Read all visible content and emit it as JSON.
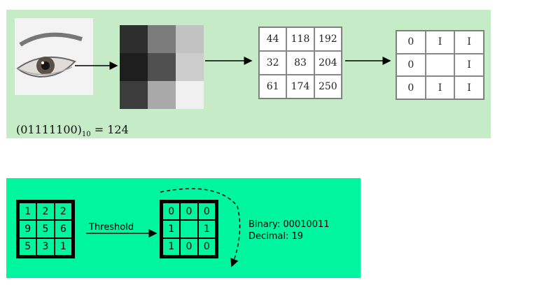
{
  "top": {
    "gray_shades": [
      "#2e2e2e",
      "#7c7c7c",
      "#c2c2c2",
      "#1e1e1e",
      "#505050",
      "#cdcdcd",
      "#3c3c3c",
      "#a9a9a9",
      "#f0f0f0"
    ],
    "intensity_grid": [
      "44",
      "118",
      "192",
      "32",
      "83",
      "204",
      "61",
      "174",
      "250"
    ],
    "binary_grid": [
      "0",
      "I",
      "I",
      "0",
      "",
      "I",
      "0",
      "I",
      "I"
    ],
    "formula": {
      "base": "(01111100)",
      "subscript": "10",
      "result": " = 124"
    }
  },
  "bottom": {
    "input_grid": [
      "1",
      "2",
      "2",
      "9",
      "5",
      "6",
      "5",
      "3",
      "1"
    ],
    "threshold_label": "Threshold",
    "output_grid": [
      "0",
      "0",
      "0",
      "1",
      "",
      "1",
      "1",
      "0",
      "0"
    ],
    "binary_text": "Binary: 00010011",
    "decimal_text": "Decimal: 19"
  },
  "colors": {
    "top_panel": "#c5ebc7",
    "bottom_panel": "#00f59f"
  }
}
